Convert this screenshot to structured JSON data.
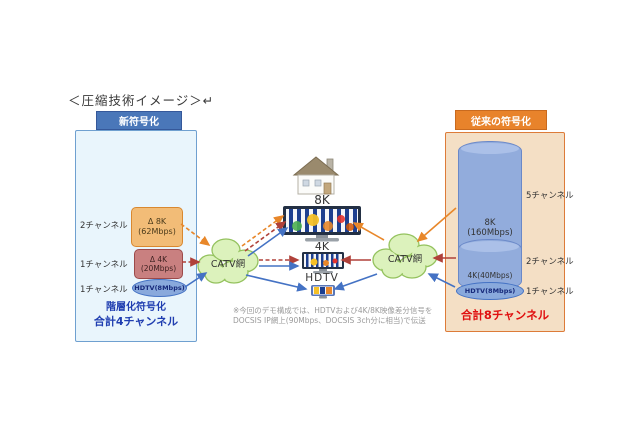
{
  "title": "＜圧縮技術イメージ＞↵",
  "left_panel": {
    "header": "新符号化",
    "row_8k": {
      "channels": "2チャンネル",
      "name": "Δ 8K",
      "rate": "(62Mbps)"
    },
    "row_4k": {
      "channels": "1チャンネル",
      "name": "Δ 4K",
      "rate": "(20Mbps)"
    },
    "row_hdtv": {
      "channels": "1チャンネル",
      "name": "HDTV(8Mbps)"
    },
    "footer_line1": "階層化符号化",
    "footer_line2": "合計4チャンネル"
  },
  "right_panel": {
    "header": "従来の符号化",
    "item_8k": {
      "name": "8K",
      "rate": "(160Mbps)",
      "channels": "5チャンネル"
    },
    "item_4k": {
      "name": "4K(40Mbps)",
      "channels": "2チャンネル"
    },
    "item_hdtv": {
      "name": "HDTV(8Mbps)",
      "channels": "1チャンネル"
    },
    "footer": "合計8チャンネル"
  },
  "center": {
    "label_8k": "8K",
    "label_4k": "4K",
    "label_hdtv": "HDTV",
    "cloud_left_label": "CATV網",
    "cloud_right_label": "CATV網"
  },
  "note": {
    "line1": "※今回のデモ構成では、HDTVおよび4K/8K映像差分信号を",
    "line2": "DOCSIS IP網上(90Mbps、DOCSIS 3ch分に相当)で伝送"
  },
  "colors": {
    "new_header_bg": "#4A77B9",
    "conventional_header_bg": "#E8832B",
    "hierarchical_box_8k": "#F2BC77",
    "hierarchical_box_4k": "#C98080",
    "hdtv_pill": "#89A9DC",
    "cylinder": "#92ACDC",
    "cloud": "#DCF2BC",
    "arrow_orange": "#E8872A",
    "arrow_red": "#B0413A",
    "arrow_blue": "#4472C4",
    "total_left_text": "#1F3DB0",
    "total_right_text": "#E01010"
  }
}
